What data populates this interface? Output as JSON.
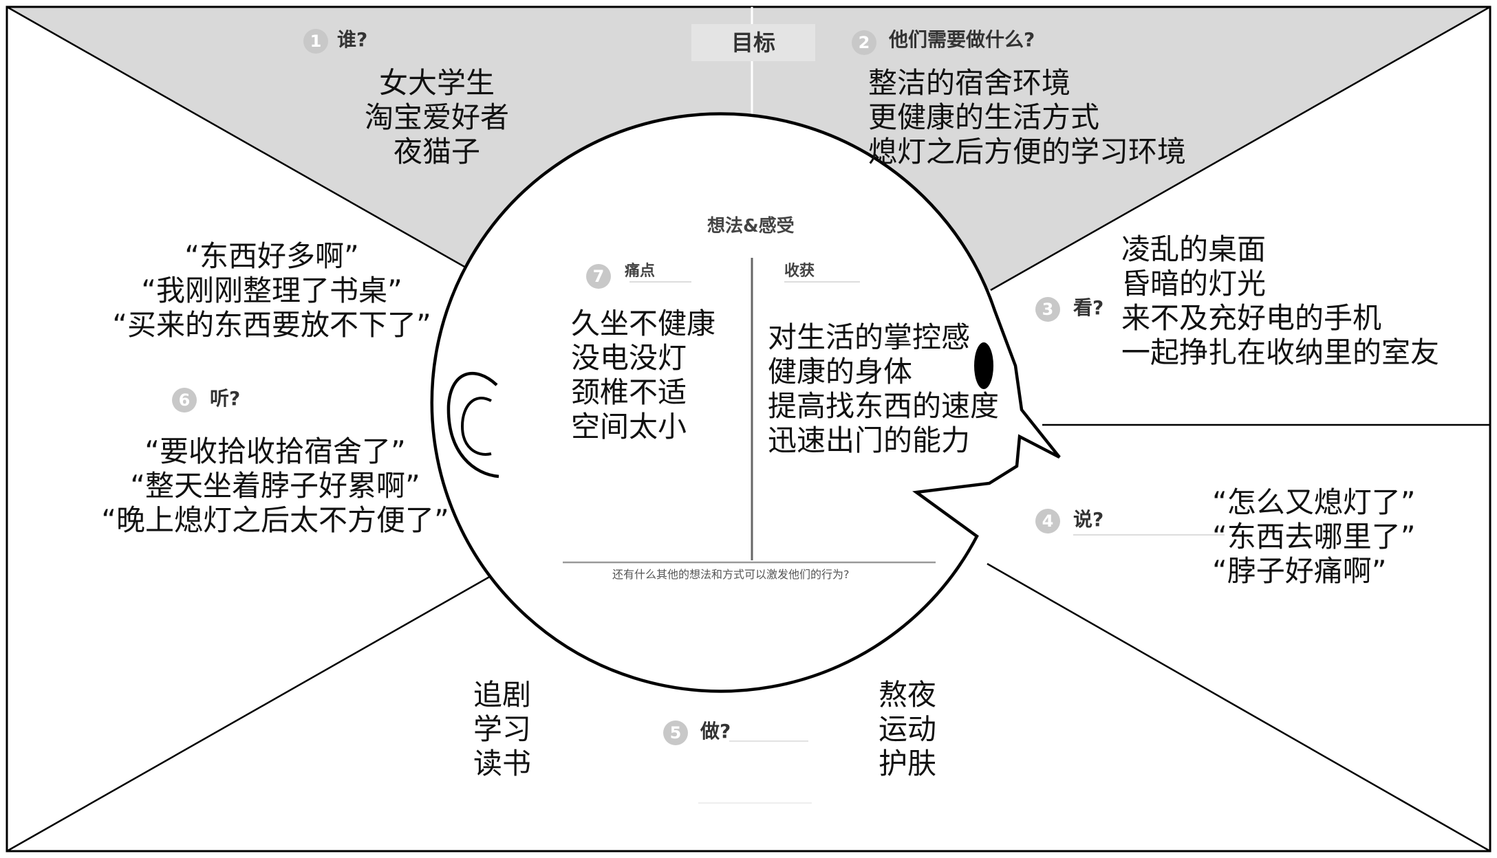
{
  "goal_label": "目标",
  "sections": {
    "who": {
      "number": "1",
      "label": "谁?",
      "items": [
        "女大学生",
        "淘宝爱好者",
        "夜猫子"
      ]
    },
    "needs": {
      "number": "2",
      "label": "他们需要做什么?",
      "items": [
        "整洁的宿舍环境",
        "更健康的生活方式",
        "熄灯之后方便的学习环境"
      ]
    },
    "see": {
      "number": "3",
      "label": "看?",
      "items": [
        "凌乱的桌面",
        "昏暗的灯光",
        "来不及充好电的手机",
        "一起挣扎在收纳里的室友"
      ]
    },
    "say": {
      "number": "4",
      "label": "说?",
      "items": [
        "“怎么又熄灯了”",
        "“东西去哪里了”",
        "“脖子好痛啊”"
      ]
    },
    "do": {
      "number": "5",
      "label": "做?",
      "left_items": [
        "追剧",
        "学习",
        "读书"
      ],
      "right_items": [
        "熬夜",
        "运动",
        "护肤"
      ]
    },
    "hear": {
      "number": "6",
      "label": "听?",
      "items": [
        "“要收拾收拾宿舍了”",
        "“整天坐着脖子好累啊”",
        "“晚上熄灯之后太不方便了”"
      ]
    },
    "upper_left_quotes": [
      "“东西好多啊”",
      "“我刚刚整理了书桌”",
      "“买来的东西要放不下了”"
    ]
  },
  "head": {
    "title": "想法&感受",
    "pain": {
      "number": "7",
      "label": "痛点",
      "items": [
        "久坐不健康",
        "没电没灯",
        "颈椎不适",
        "空间太小"
      ]
    },
    "gain": {
      "label": "收获",
      "items": [
        "对生活的掌控感",
        "健康的身体",
        "提高找东西的速度",
        "迅速出门的能力"
      ]
    },
    "question": "还有什么其他的想法和方式可以激发他们的行为?"
  },
  "colors": {
    "top_band": "#d9d9d9",
    "number_badge": "#c8c8c8",
    "outline": "#000000"
  }
}
